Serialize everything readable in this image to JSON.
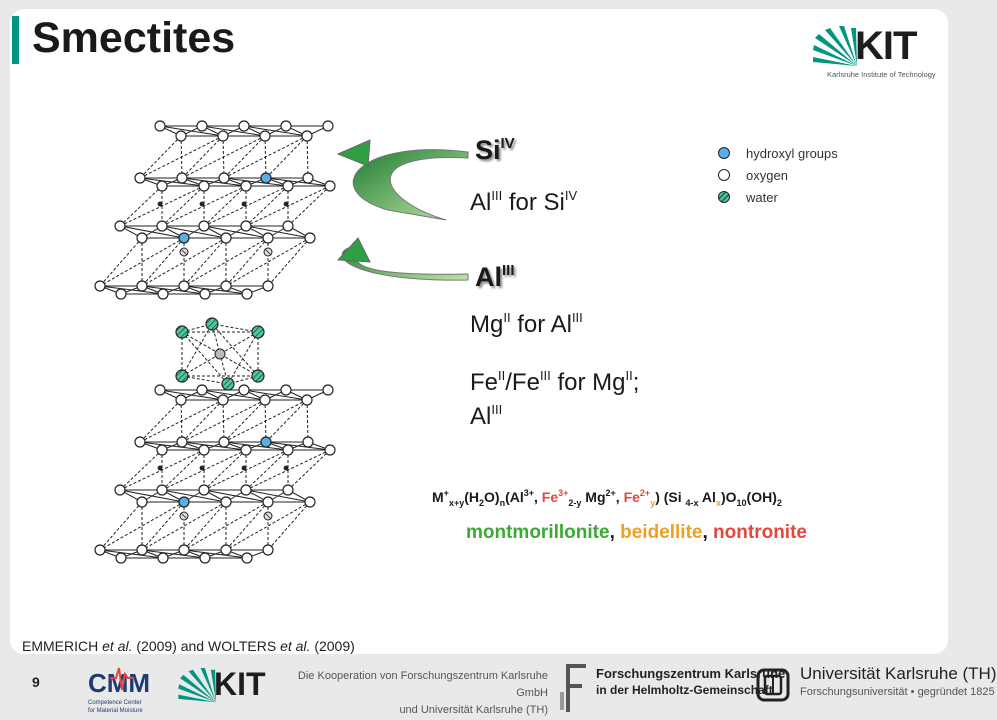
{
  "slide": {
    "title": "Smectites",
    "page_number": "9"
  },
  "kit_header": {
    "logo_text": "KIT",
    "tagline": "Karlsruhe Institute of Technology"
  },
  "structure": {
    "sites": [
      {
        "base": "Si",
        "sup": "IV"
      },
      {
        "base": "Al",
        "sup": "III"
      }
    ],
    "substitutions": [
      {
        "parts": [
          {
            "t": "Al"
          },
          {
            "s": "III"
          },
          {
            "t": " for Si"
          },
          {
            "s": "IV"
          }
        ]
      },
      {
        "parts": [
          {
            "t": "Mg"
          },
          {
            "s": "II"
          },
          {
            "t": " for Al"
          },
          {
            "s": "III"
          }
        ]
      },
      {
        "parts": [
          {
            "t": "Fe"
          },
          {
            "s": "II"
          },
          {
            "t": "/Fe"
          },
          {
            "s": "III"
          },
          {
            "t": " for Mg"
          },
          {
            "s": "II"
          },
          {
            "t": ";"
          }
        ]
      },
      {
        "parts": [
          {
            "t": "Al"
          },
          {
            "s": "III"
          }
        ]
      }
    ]
  },
  "legend": {
    "items": [
      {
        "label": "hydroxyl groups",
        "symbol": "hydroxyl-icon",
        "color": "#5aaee6"
      },
      {
        "label": "oxygen",
        "symbol": "oxygen-icon",
        "color": "#ffffff"
      },
      {
        "label": "water",
        "symbol": "water-icon",
        "color": "#4cc9a2"
      }
    ]
  },
  "formula": {
    "parts": [
      {
        "t": "M"
      },
      {
        "sup": "+"
      },
      {
        "sub": "x+y"
      },
      {
        "t": "(H"
      },
      {
        "sub": "2"
      },
      {
        "t": "O)"
      },
      {
        "sub": "n"
      },
      {
        "t": "(Al"
      },
      {
        "sup": "3+"
      },
      {
        "t": ", "
      },
      {
        "t": "Fe",
        "c": "#e8453c"
      },
      {
        "sup": "3+",
        "c": "#e8453c"
      },
      {
        "sub": "2-y",
        "c": "#1a1a1a"
      },
      {
        "t": " Mg"
      },
      {
        "sup": "2+"
      },
      {
        "t": ", "
      },
      {
        "t": "Fe",
        "c": "#e8453c"
      },
      {
        "sup": "2+",
        "c": "#e8453c"
      },
      {
        "sub": "y",
        "c": "#f0a020"
      },
      {
        "t": ") (Si "
      },
      {
        "sub": "4-x"
      },
      {
        "t": " Al"
      },
      {
        "sub": "x",
        "c": "#f0a020"
      },
      {
        "t": ")O"
      },
      {
        "sub": "10"
      },
      {
        "t": "(OH)"
      },
      {
        "sub": "2"
      }
    ]
  },
  "mineral_names": {
    "parts": [
      {
        "t": "montmorillonite",
        "c": "#3aaa35"
      },
      {
        "t": ", ",
        "c": "#1a1a1a"
      },
      {
        "t": "beidellite",
        "c": "#f0a020"
      },
      {
        "t": ", ",
        "c": "#1a1a1a"
      },
      {
        "t": "nontronite",
        "c": "#e8453c"
      }
    ]
  },
  "citation": {
    "author1_initial": "E",
    "author1_rest": "MMERICH",
    "etal1": " et al.",
    "year1": " (2009) and ",
    "author2_initial": "W",
    "author2_rest": "OLTERS",
    "etal2": " et al.",
    "year2": " (2009)"
  },
  "footer": {
    "cmm_logo": "CMM",
    "cmm_sub1": "Competence Center",
    "cmm_sub2": "for Material Moisture",
    "kit_logo": "KIT",
    "cooperation_line1": "Die Kooperation von Forschungszentrum Karlsruhe GmbH",
    "cooperation_line2": "und Universität Karlsruhe (TH)",
    "fzk_line1": "Forschungszentrum Karlsruhe",
    "fzk_line2": "in der Helmholtz-Gemeinschaft",
    "uni_name": "Universität Karlsruhe (TH)",
    "uni_sub": "Forschungsuniversität • gegründet 1825"
  },
  "colors": {
    "kit_green": "#009682",
    "hydroxyl": "#5aaee6",
    "water": "#4cc9a2",
    "arrow_green": "#2ea043"
  }
}
